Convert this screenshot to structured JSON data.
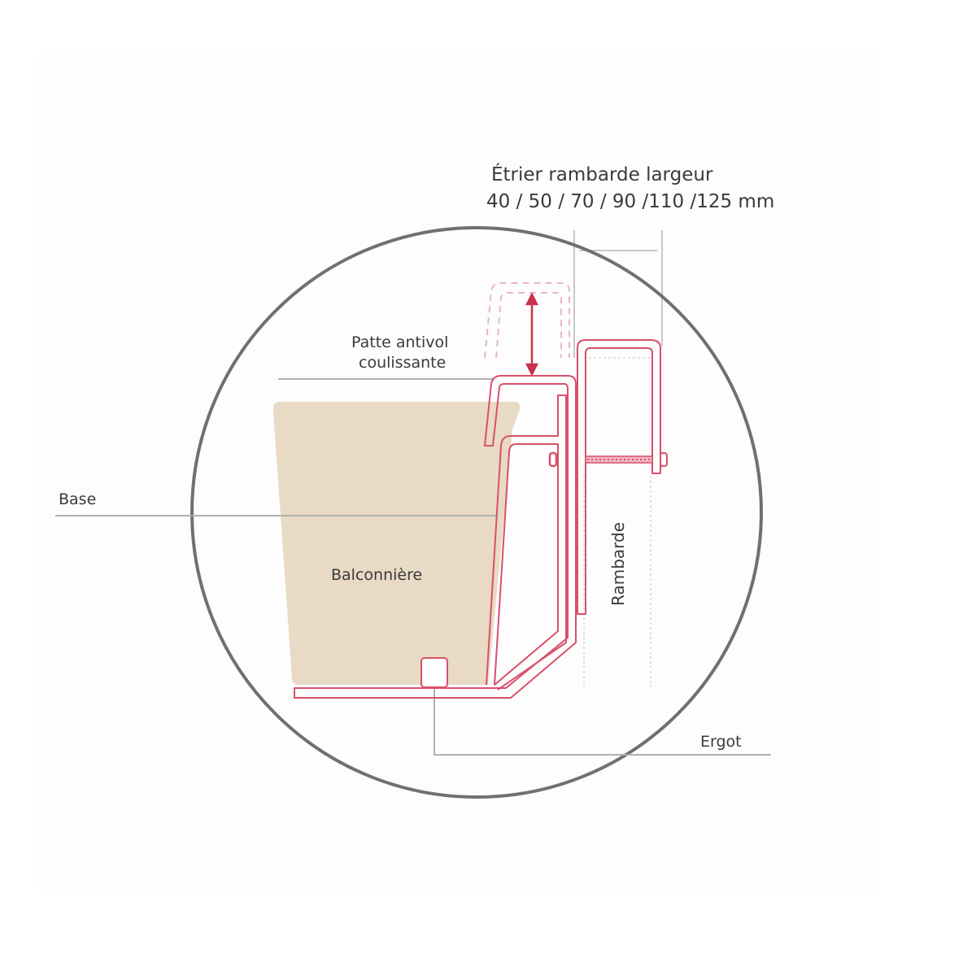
{
  "diagram": {
    "title_line1": "Étrier rambarde largeur",
    "title_line2": "40 / 50 / 70 / 90 /110 /125 mm",
    "labels": {
      "patte_line1": "Patte antivol",
      "patte_line2": "coulissante",
      "base": "Base",
      "balconniere": "Balconnière",
      "rambarde": "Rambarde",
      "ergot": "Ergot"
    },
    "widths_mm": [
      40,
      50,
      70,
      90,
      110,
      125
    ],
    "colors": {
      "bracket": "#d9506a",
      "pot_fill": "#e8dac4",
      "circle": "#707070",
      "leader": "#b8b8b8",
      "text": "#3a3a3a"
    }
  }
}
